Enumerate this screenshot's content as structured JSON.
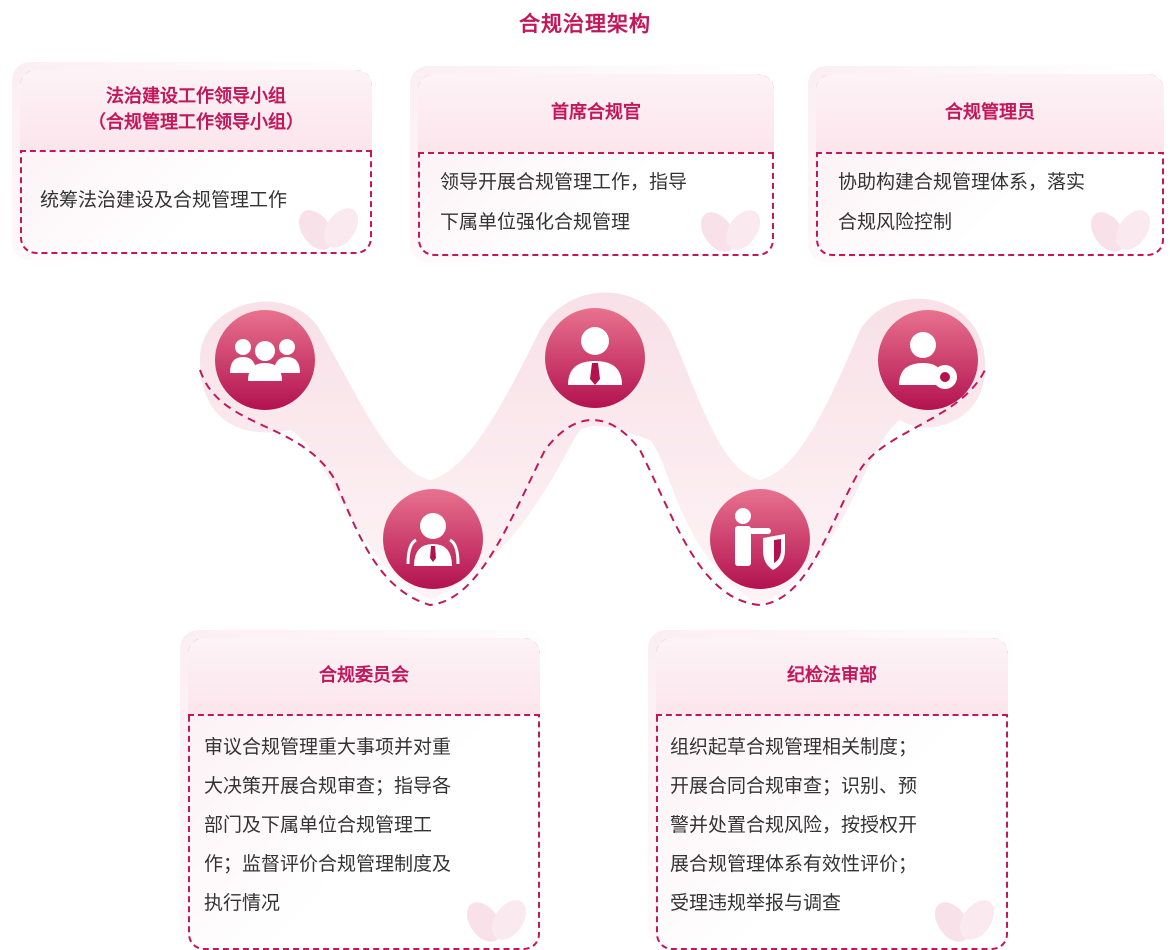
{
  "title": "合规治理架构",
  "cards": {
    "leadership_group": {
      "heading_line1": "法治建设工作领导小组",
      "heading_line2": "（合规管理工作领导小组）",
      "body": "统筹法治建设及合规管理工作"
    },
    "chief_compliance_officer": {
      "heading": "首席合规官",
      "body_line1": "领导开展合规管理工作，指导",
      "body_line2": "下属单位强化合规管理"
    },
    "compliance_manager": {
      "heading": "合规管理员",
      "body_line1": "协助构建合规管理体系，落实",
      "body_line2": "合规风险控制"
    },
    "compliance_committee": {
      "heading": "合规委员会",
      "body_lines": [
        "审议合规管理重大事项并对重",
        "大决策开展合规审查；指导各",
        "部门及下属单位合规管理工",
        "作；监督评价合规管理制度及",
        "执行情况"
      ]
    },
    "discipline_audit_dept": {
      "heading": "纪检法审部",
      "body_lines": [
        "组织起草合规管理相关制度；",
        "开展合同合规审查；识别、预",
        "警并处置合规风险，按授权开",
        "展合规管理体系有效性评价；",
        "受理违规举报与调查"
      ]
    }
  },
  "colors": {
    "accent": "#c2185b",
    "icon_top": "#e46a8c",
    "icon_bottom": "#b3124f",
    "card_tint": "#fbeef2"
  },
  "icons": [
    "group-icon",
    "executive-icon",
    "user-gear-icon",
    "committee-icon",
    "guard-shield-icon"
  ]
}
